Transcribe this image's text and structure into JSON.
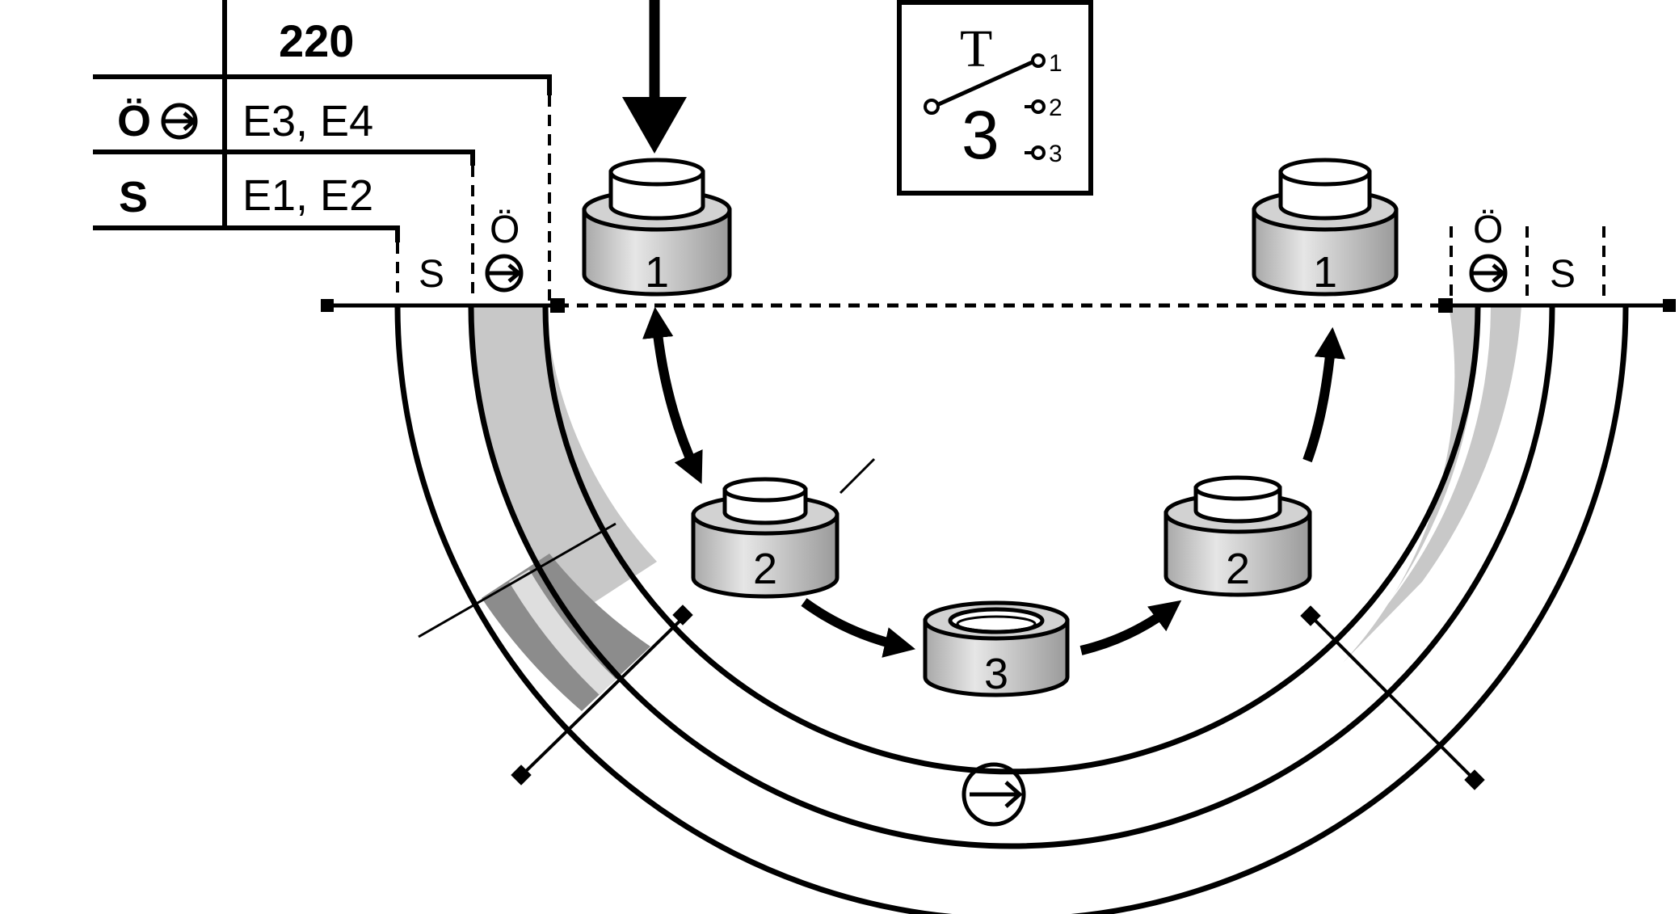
{
  "table": {
    "header": "220",
    "rows": [
      {
        "symbol": "Ö",
        "value": "E3, E4"
      },
      {
        "symbol": "S",
        "value": "E1, E2"
      }
    ]
  },
  "switch_box": {
    "letter": "T",
    "position": "3",
    "terminals": [
      "1",
      "2",
      "3"
    ]
  },
  "cams": [
    {
      "label": "1"
    },
    {
      "label": "2"
    },
    {
      "label": "3"
    },
    {
      "label": "2"
    },
    {
      "label": "1"
    }
  ],
  "zones": {
    "left_s": "S",
    "left_o": "Ö",
    "right_o": "Ö",
    "right_s": "S"
  },
  "colors": {
    "line": "#000000",
    "light_band": "#c8c8c8",
    "dark_band": "#8c8c8c",
    "cam_fill": "#d4d4d4"
  }
}
